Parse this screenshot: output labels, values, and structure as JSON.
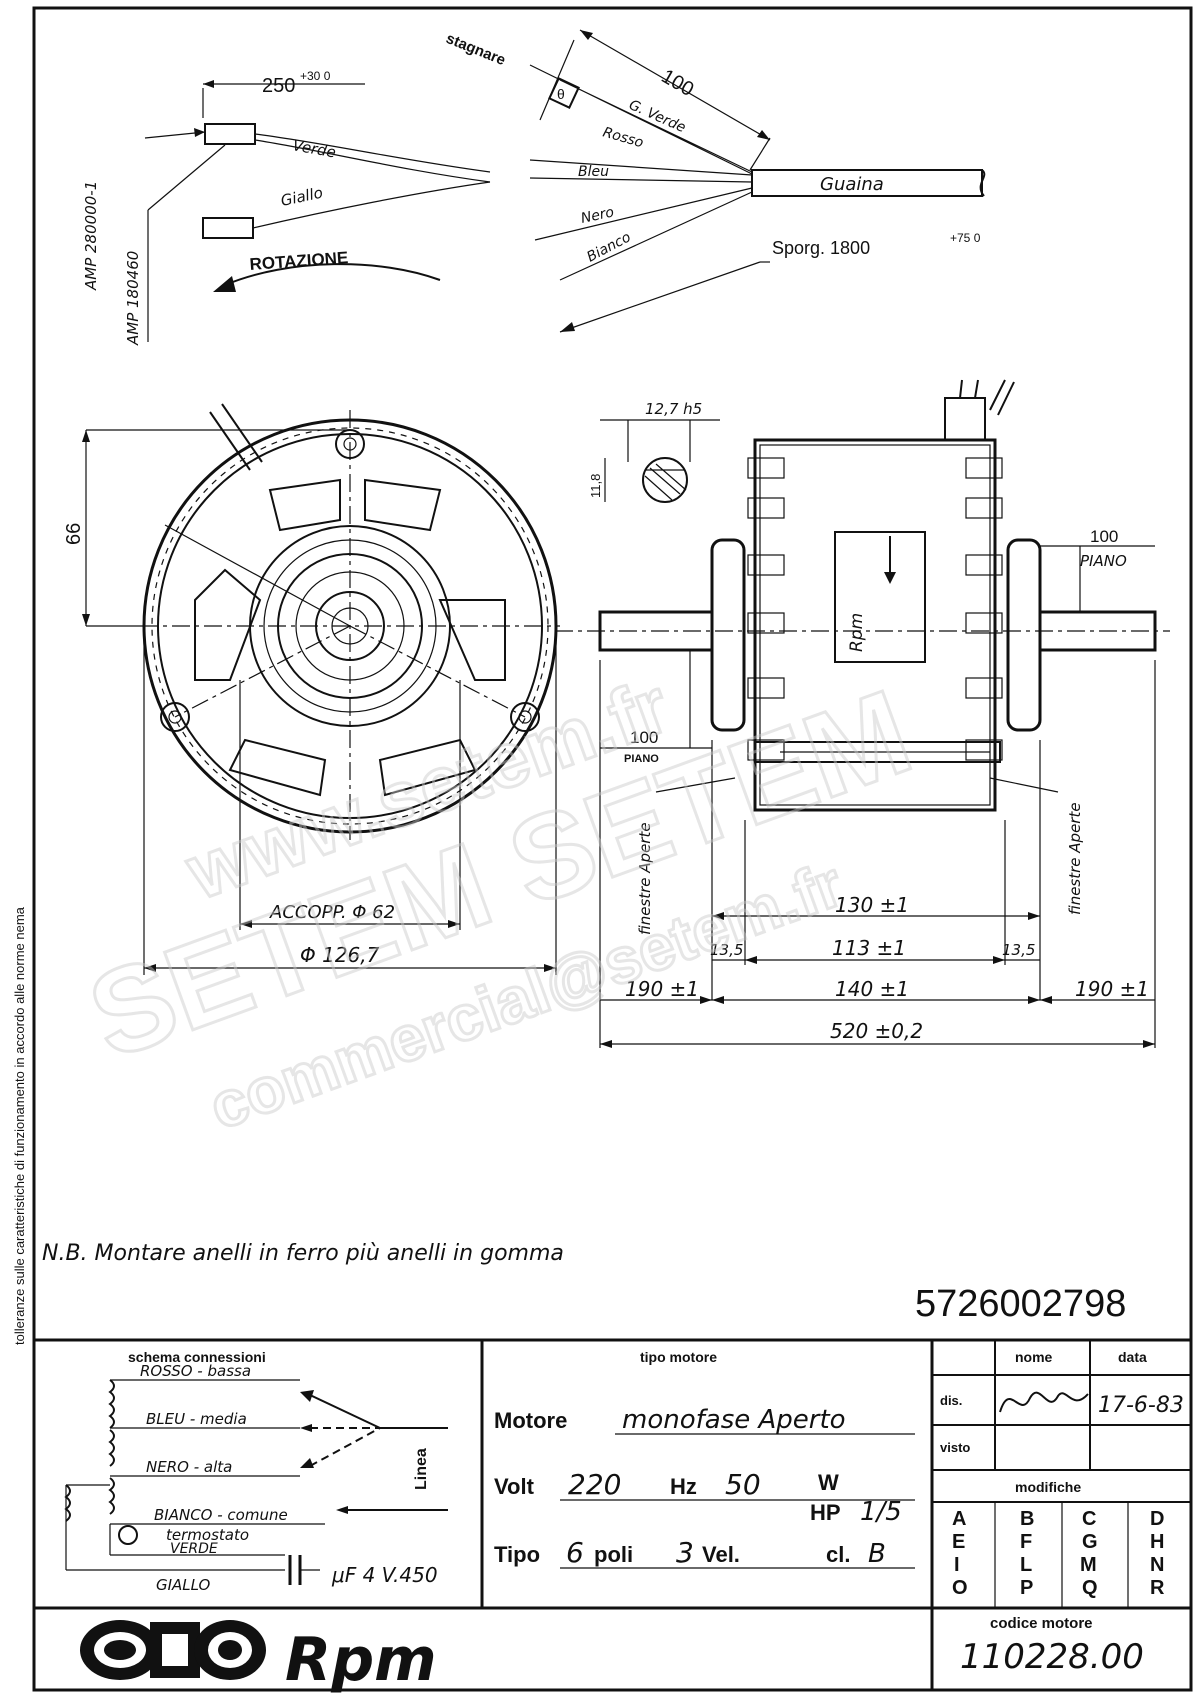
{
  "side_note": "tolleranze sulle caratteristiche di funzionamento in accordo alle norme nema",
  "cable": {
    "length_top": "250",
    "length_top_tol": "+30 0",
    "connector_1": "AMP 280000-1",
    "connector_2": "AMP 180460",
    "wire_verde": "Verde",
    "wire_giallo": "Giallo",
    "rotation": "ROTAZIONE",
    "stagnare": "stagnare",
    "theta": "θ",
    "len_100": "100",
    "wire_g_verde": "G. Verde",
    "wire_rosso": "Rosso",
    "wire_bleu": "Bleu",
    "wire_nero": "Nero",
    "wire_bianco": "Bianco",
    "guaina": "Guaina",
    "sporg_label": "Sporg. 1800",
    "sporg_tol": "+75 0"
  },
  "front_view": {
    "dim_66": "66",
    "accopp": "ACCOPP. Φ 62",
    "diam": "Φ 126,7"
  },
  "side_view": {
    "shaft": "12,7 h5",
    "flat": "11,8",
    "piano_val_right": "100",
    "piano_right": "PIANO",
    "piano_val_left": "100",
    "piano_left": "PIANO",
    "brand_on_body": "Rpm",
    "finestre_left": "finestre Aperte",
    "finestre_right": "finestre Aperte",
    "d130": "130 ±1",
    "d13_5_left": "13,5",
    "d113": "113 ±1",
    "d13_5_right": "13,5",
    "d190_left": "190 ±1",
    "d140": "140 ±1",
    "d190_right": "190 ±1",
    "d520": "520 ±0,2"
  },
  "watermark": {
    "line1": "www.setem.fr",
    "line2": "SETEM SETEM",
    "line3": "commercial@setem.fr"
  },
  "note": "N.B. Montare anelli in ferro più anelli in gomma",
  "drawing_number": "5726002798",
  "schema": {
    "title": "schema connessioni",
    "rosso": "ROSSO - bassa",
    "bleu": "BLEU - media",
    "nero": "NERO - alta",
    "bianco": "BIANCO - comune",
    "termostato": "termostato",
    "verde": "VERDE",
    "giallo": "GIALLO",
    "linea": "Linea",
    "capacitor": "μF 4  V.450"
  },
  "tipo": {
    "title": "tipo motore",
    "motore_label": "Motore",
    "motore_value": "monofase   Aperto",
    "volt_label": "Volt",
    "volt_value": "220",
    "hz_label": "Hz",
    "hz_value": "50",
    "w_label": "W",
    "hp_label": "HP",
    "hp_value": "1/5",
    "tipo_label": "Tipo",
    "poli_value": "6",
    "poli_label": "poli",
    "vel_value": "3",
    "vel_label": "Vel.",
    "cl_label": "cl.",
    "cl_value": "B"
  },
  "title_block": {
    "nome": "nome",
    "data": "data",
    "dis": "dis.",
    "date_value": "17-6-83",
    "visto": "visto",
    "modifiche": "modifiche",
    "letters": [
      "A",
      "B",
      "C",
      "D",
      "E",
      "F",
      "G",
      "H",
      "I",
      "L",
      "M",
      "N",
      "O",
      "P",
      "Q",
      "R"
    ],
    "codice_label": "codice motore",
    "codice_value": "110228.00"
  },
  "logo": {
    "text": "Rpm"
  }
}
